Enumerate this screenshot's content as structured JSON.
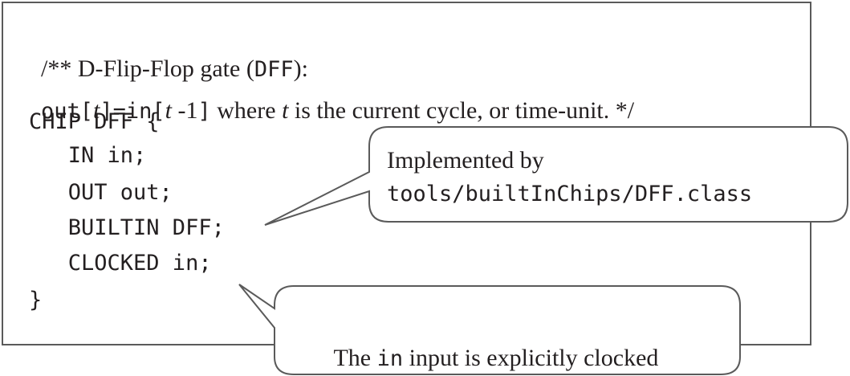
{
  "comment": {
    "line1_prefix": "/** D-Flip-Flop gate (",
    "line1_code": "DFF",
    "line1_suffix": "):",
    "line2_out": "out[",
    "line2_t1": "t",
    "line2_eq_in": "]=in[",
    "line2_t2": "t",
    "line2_minus": " -1",
    "line2_close": "]",
    "line2_where": " where ",
    "line2_t3": "t",
    "line2_rest": " is the current cycle, or time-unit. */"
  },
  "code": {
    "line_chip": "CHIP DFF {",
    "line_in": "   IN in;",
    "line_out": "   OUT out;",
    "line_builtin": "   BUILTIN DFF;",
    "line_clocked": "   CLOCKED in;",
    "line_close": "}"
  },
  "callouts": {
    "builtin": {
      "line1": "Implemented by",
      "line2": "tools/builtInChips/DFF.class"
    },
    "clocked": {
      "prefix": "The ",
      "code": "in",
      "suffix": " input is explicitly clocked"
    }
  }
}
